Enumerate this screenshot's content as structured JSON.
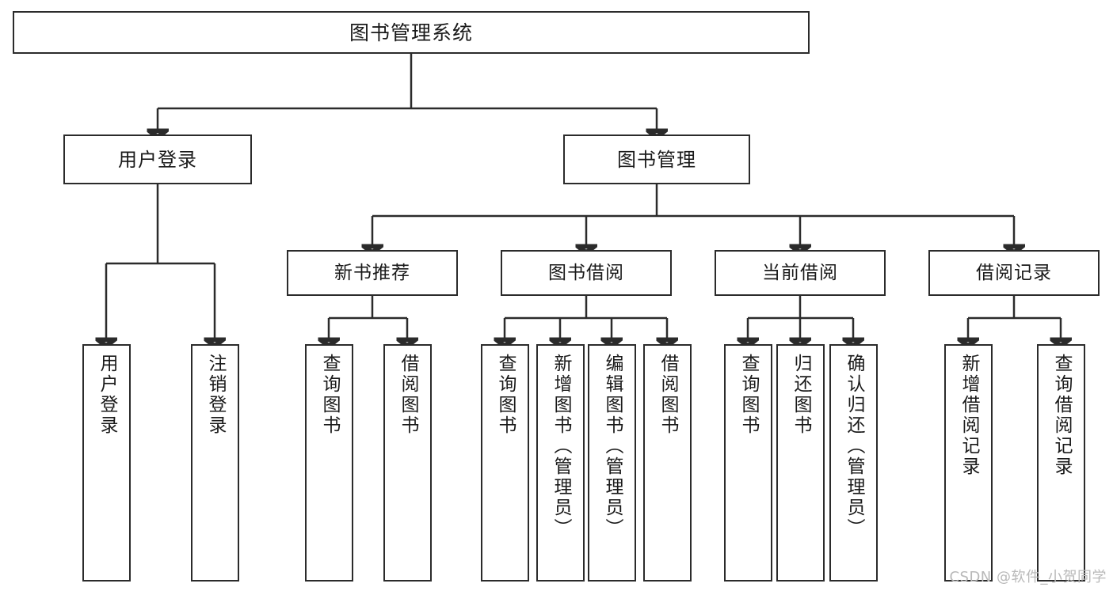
{
  "diagram": {
    "title": "图书管理系统",
    "type": "tree-hierarchy",
    "arrow_color": "#2b2b2b",
    "box_border_color": "#2b2b2b",
    "background_color": "#ffffff",
    "root": {
      "label": "图书管理系统"
    },
    "level2": [
      {
        "label": "用户登录"
      },
      {
        "label": "图书管理"
      }
    ],
    "level3": [
      {
        "label": "新书推荐"
      },
      {
        "label": "图书借阅"
      },
      {
        "label": "当前借阅"
      },
      {
        "label": "借阅记录"
      }
    ],
    "leaves": {
      "user_login": [
        {
          "label": "用户登录"
        },
        {
          "label": "注销登录"
        }
      ],
      "new_book_recommend": [
        {
          "label": "查询图书"
        },
        {
          "label": "借阅图书"
        }
      ],
      "book_borrow": [
        {
          "label": "查询图书"
        },
        {
          "label": "新增图书（管理员）"
        },
        {
          "label": "编辑图书（管理员）"
        },
        {
          "label": "借阅图书"
        }
      ],
      "current_borrow": [
        {
          "label": "查询图书"
        },
        {
          "label": "归还图书"
        },
        {
          "label": "确认归还（管理员）"
        }
      ],
      "borrow_record": [
        {
          "label": "新增借阅记录"
        },
        {
          "label": "查询借阅记录"
        }
      ]
    }
  },
  "watermark": {
    "text": "CSDN @软件_小贺同学"
  }
}
